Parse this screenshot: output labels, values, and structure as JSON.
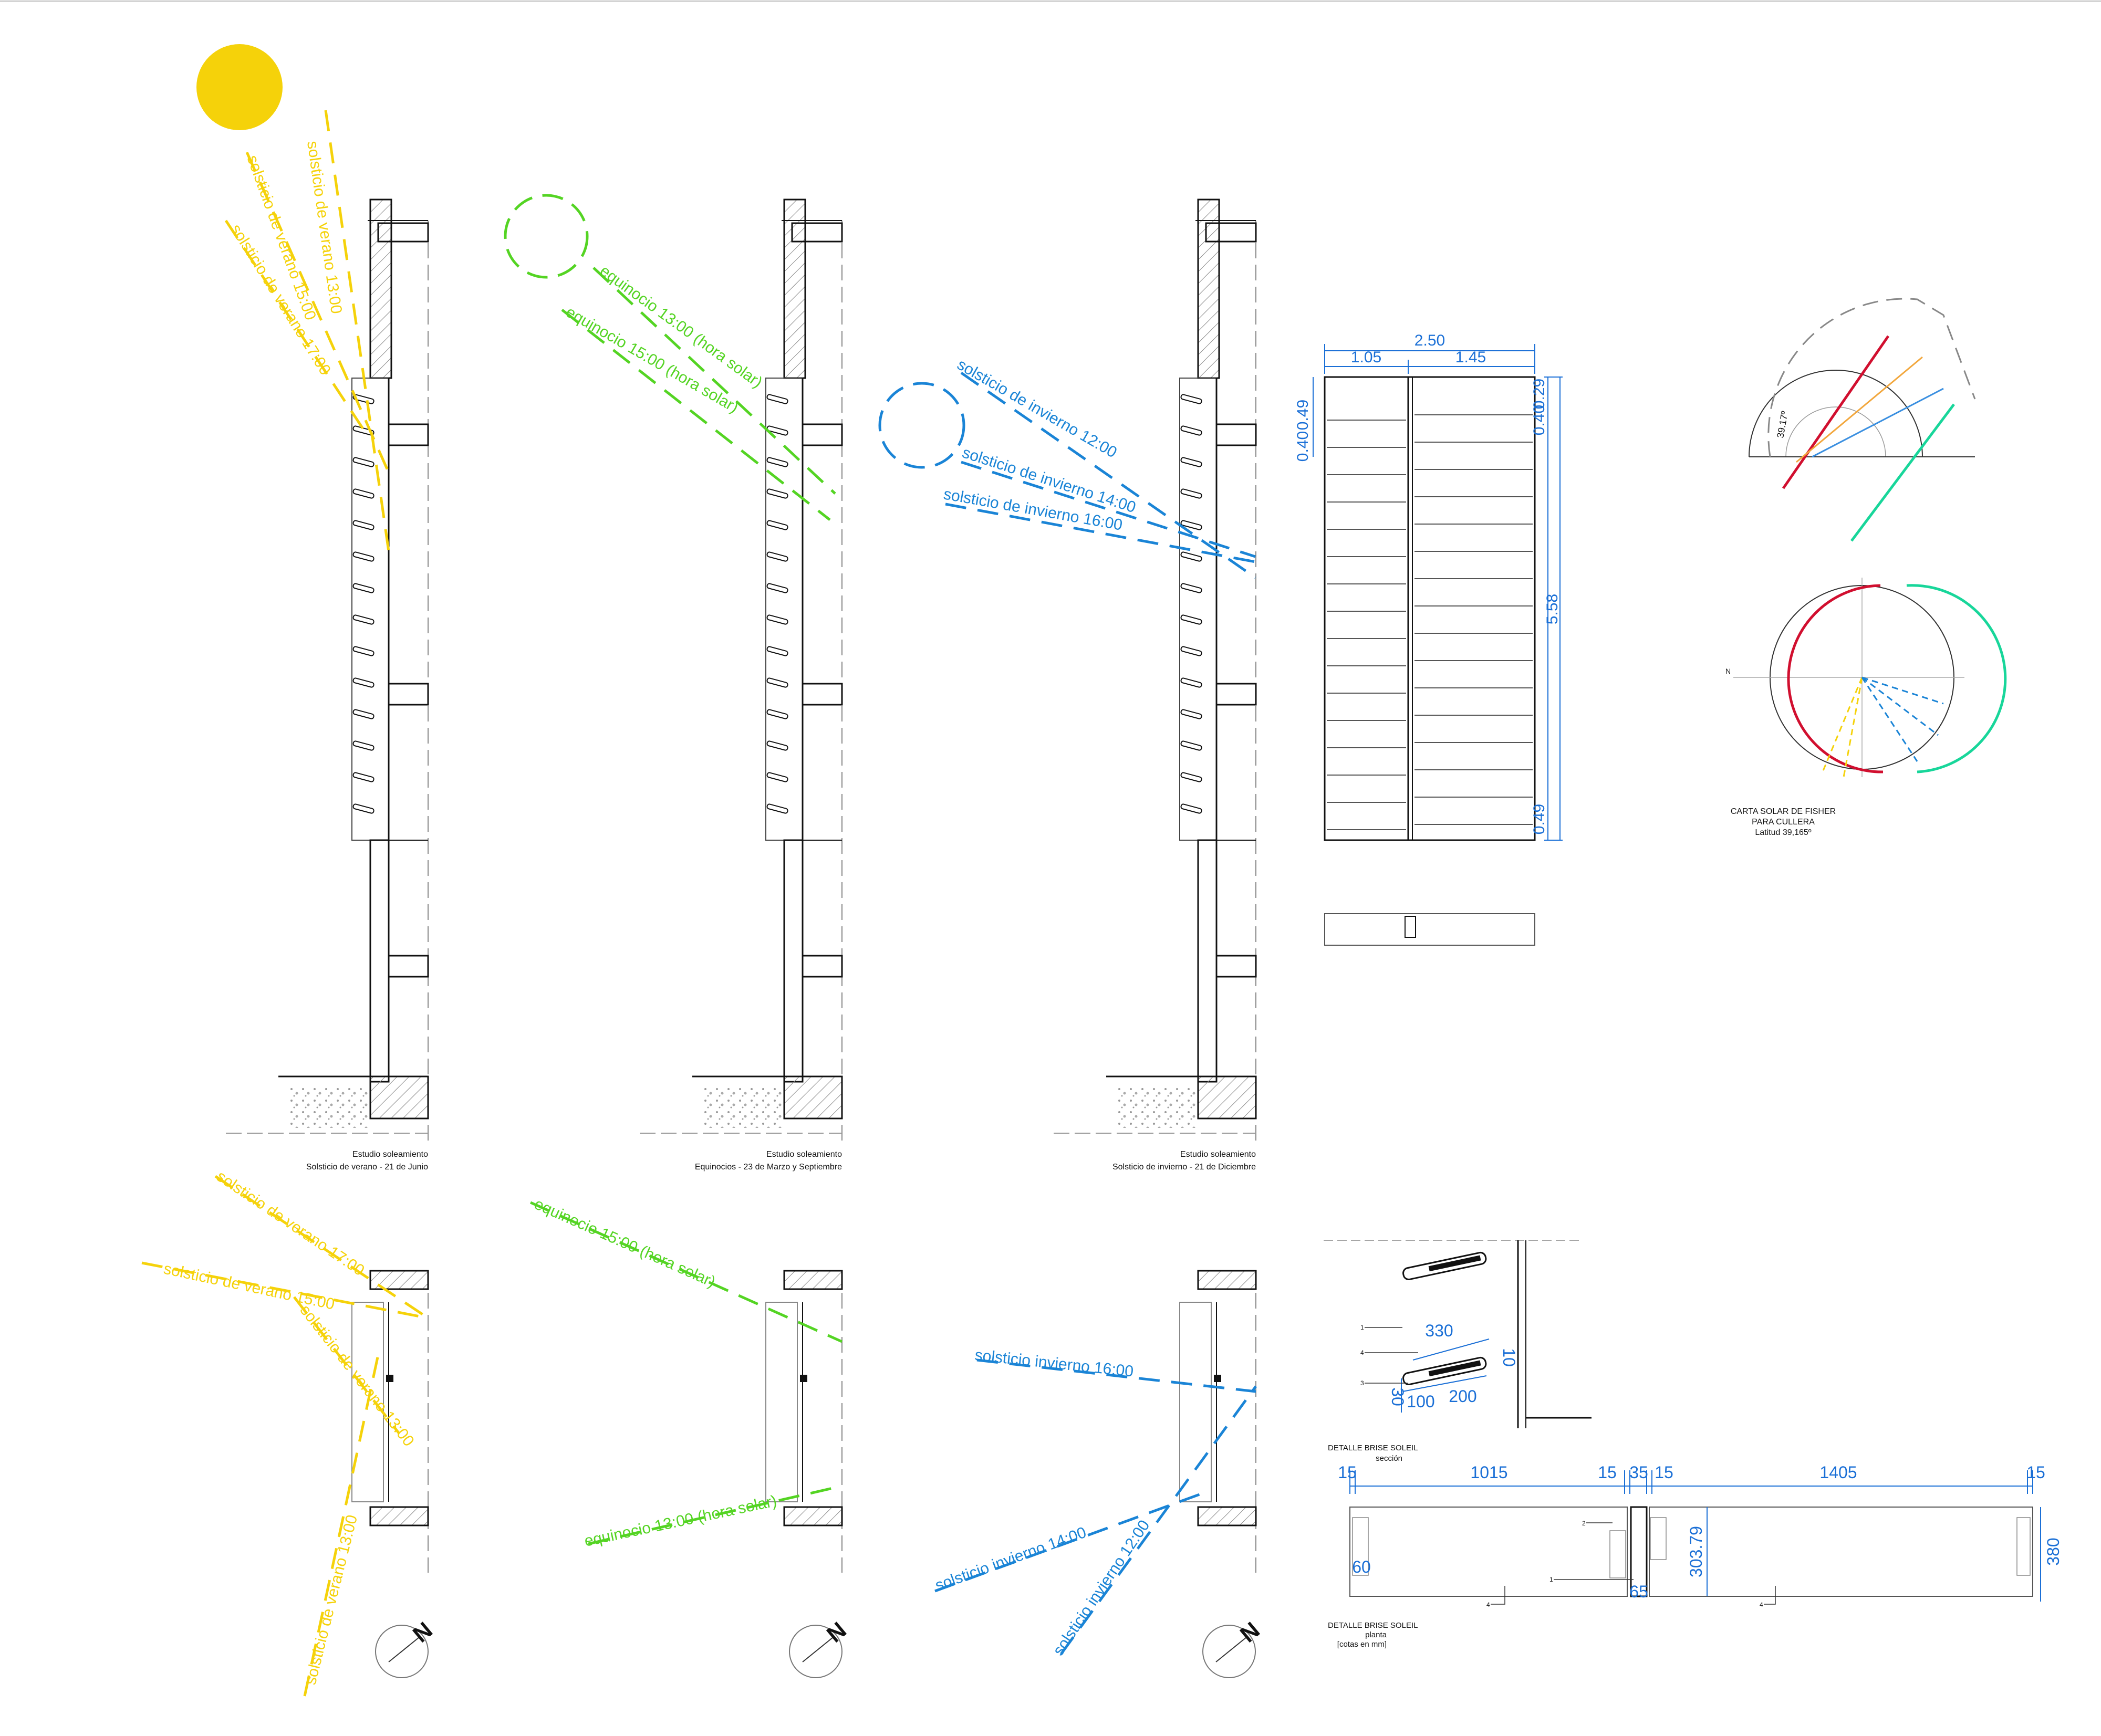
{
  "colors": {
    "summer": "#f5d20a",
    "equinox": "#54d423",
    "winter": "#1a84d6",
    "dimension": "#1a6fd6",
    "line": "#111111"
  },
  "sections": {
    "summer": {
      "caption_title": "Estudio soleamiento",
      "caption_sub": "Solsticio de verano - 21 de Junio",
      "rays": [
        "solsticio de verano 13:00",
        "solsticio de verano 15:00",
        "solsticio de verano 17:00"
      ]
    },
    "equinox": {
      "caption_title": "Estudio soleamiento",
      "caption_sub": "Equinocios - 23 de Marzo y Septiembre",
      "rays": [
        "equinocio 13:00 (hora solar)",
        "equinocio 15:00 (hora solar)"
      ]
    },
    "winter": {
      "caption_title": "Estudio soleamiento",
      "caption_sub": "Solsticio de invierno - 21 de Diciembre",
      "rays": [
        "solsticio de invierno 12:00",
        "solsticio de invierno 14:00",
        "solsticio de invierno 16:00"
      ]
    }
  },
  "plans": {
    "summer": [
      "solsticio de verano 17:00",
      "solsticio de verano 15:00",
      "solsticio de verano 13:00",
      "solsticio de verano 13:00"
    ],
    "equinox": [
      "equinocio 15:00 (hora solar)",
      "equinocio 13:00 (hora solar)"
    ],
    "winter": [
      "solsticio invierno 16:00",
      "solsticio invierno 14:00",
      "solsticio invierno 12:00"
    ],
    "north": "N"
  },
  "elevation": {
    "total_width": "2.50",
    "left_width": "1.05",
    "right_width": "1.45",
    "left_top": "0.49",
    "left_second": "0.40",
    "right_top": "0.29",
    "right_second": "0.40",
    "height": "5.58",
    "bottom": "0.49"
  },
  "fisher": {
    "title": "CARTA SOLAR DE FISHER",
    "sub": "PARA CULLERA",
    "lat": "Latitud 39,165º",
    "angle": "39.17º",
    "north": "N"
  },
  "detail_section": {
    "dims": [
      "330",
      "10",
      "30",
      "100",
      "200"
    ],
    "markers": [
      "1",
      "4",
      "3"
    ],
    "title": "DETALLE BRISE SOLEIL",
    "sub": "sección"
  },
  "detail_plan": {
    "top_dims": [
      "15",
      "1015",
      "15",
      "35",
      "15",
      "1405",
      "15"
    ],
    "side_dims": [
      "60",
      "303.79",
      "380",
      "65"
    ],
    "markers": [
      "2",
      "1",
      "4",
      "4"
    ],
    "title": "DETALLE BRISE SOLEIL",
    "sub": "planta",
    "note": "[cotas en mm]"
  }
}
